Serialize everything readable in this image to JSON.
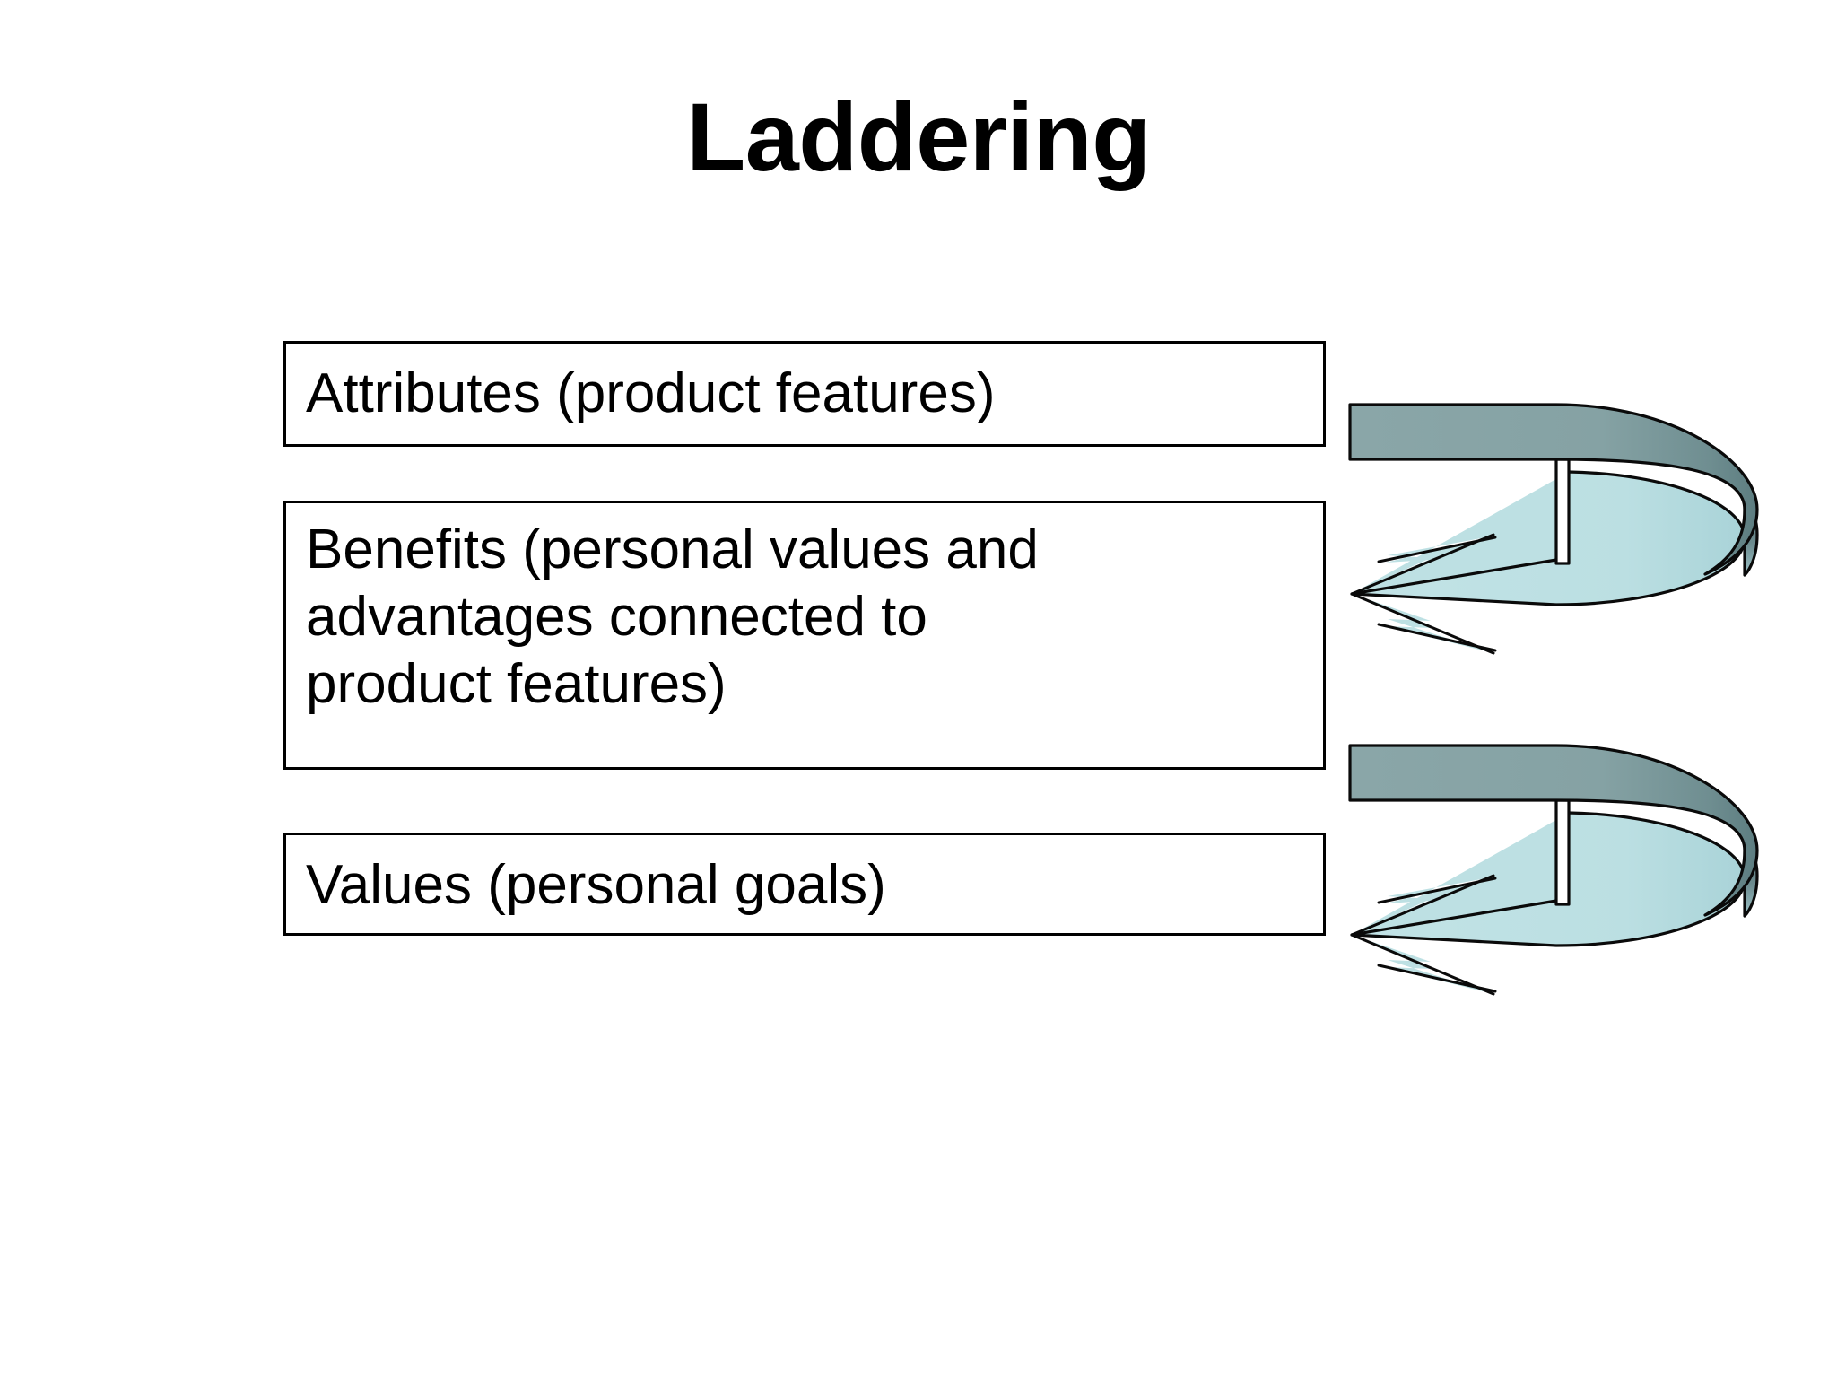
{
  "slide": {
    "title": "Laddering",
    "background_color": "#ffffff",
    "text_color": "#000000"
  },
  "boxes": [
    {
      "name": "attributes",
      "text": "Attributes (product features)"
    },
    {
      "name": "benefits",
      "text": "Benefits (personal values and\nadvantages connected to\nproduct features)"
    },
    {
      "name": "values",
      "text": "Values (personal goals)"
    }
  ],
  "arrows": [
    {
      "name": "curved-arrow-top",
      "direction": "u-turn-left"
    },
    {
      "name": "curved-arrow-bottom",
      "direction": "u-turn-left"
    }
  ],
  "colors": {
    "arrow_band_dark": "#86a3a5",
    "arrow_band_dark_edge": "#5f7f82",
    "arrow_band_light": "#bde0e3",
    "arrow_outline": "#0a0a0a",
    "box_border": "#000000",
    "box_fill": "#ffffff"
  }
}
